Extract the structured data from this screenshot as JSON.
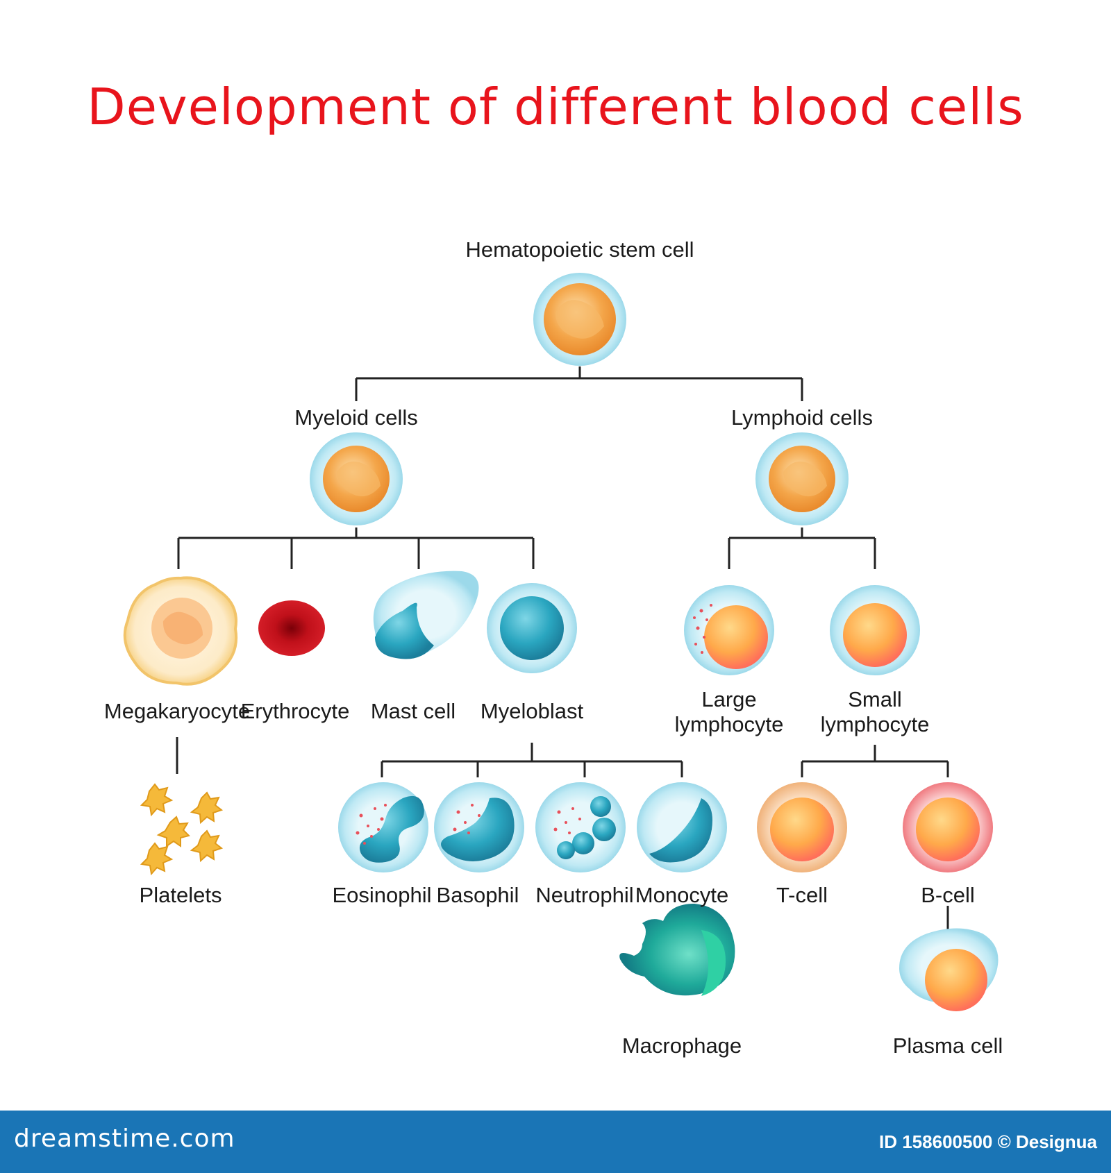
{
  "title": "Development of different blood cells",
  "nodes": {
    "stem": "Hematopoietic stem cell",
    "myeloid": "Myeloid cells",
    "lymphoid": "Lymphoid cells",
    "megakaryocyte": "Megakaryocyte",
    "erythrocyte": "Erythrocyte",
    "mast": "Mast cell",
    "myeloblast": "Myeloblast",
    "large_lymph_1": "Large",
    "large_lymph_2": "lymphocyte",
    "small_lymph_1": "Small",
    "small_lymph_2": "lymphocyte",
    "platelets": "Platelets",
    "eosinophil": "Eosinophil",
    "basophil": "Basophil",
    "neutrophil": "Neutrophil",
    "monocyte": "Monocyte",
    "tcell": "T-cell",
    "bcell": "B-cell",
    "macrophage": "Macrophage",
    "plasma": "Plasma cell"
  },
  "footer": {
    "brand": "dreamstime.com",
    "credit": "ID 158600500 © Designua"
  },
  "colors": {
    "title": "#e8141c",
    "footer": "#1a75b6",
    "membrane": "#bfe9f4",
    "nucleus_orange": "#f4a64a",
    "nucleus_teal": "#2aa6c0",
    "erythrocyte": "#c0101a"
  }
}
